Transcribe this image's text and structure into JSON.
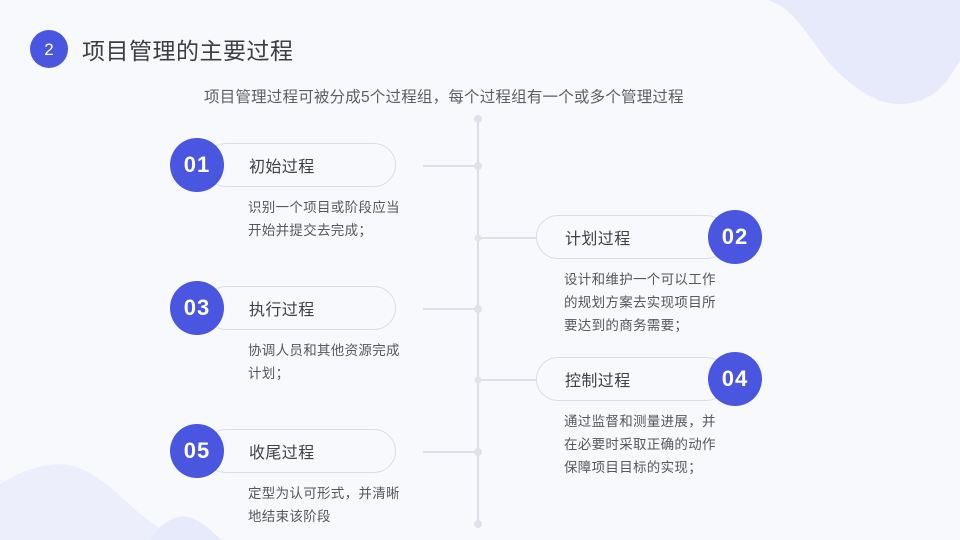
{
  "theme": {
    "background": "#f8f9fd",
    "accent": "#4a55e0",
    "decor": "#e9ebf8",
    "line": "#dcdde5",
    "title_color": "#3c3c46",
    "body_color": "#56575f"
  },
  "header": {
    "badge": "2",
    "title": "项目管理的主要过程",
    "subtitle": "项目管理过程可被分成5个过程组，每个过程组有一个或多个管理过程"
  },
  "items": [
    {
      "number": "01",
      "label": "初始过程",
      "desc": "识别一个项目或阶段应当\n开始并提交去完成；",
      "side": "left"
    },
    {
      "number": "02",
      "label": "计划过程",
      "desc": "设计和维护一个可以工作\n的规划方案去实现项目所\n要达到的商务需要；",
      "side": "right"
    },
    {
      "number": "03",
      "label": "执行过程",
      "desc": "协调人员和其他资源完成\n计划；",
      "side": "left"
    },
    {
      "number": "04",
      "label": "控制过程",
      "desc": "通过监督和测量进展，并\n在必要时采取正确的动作\n保障项目目标的实现；",
      "side": "right"
    },
    {
      "number": "05",
      "label": "收尾过程",
      "desc": "定型为认可形式，并清晰\n地结束该阶段",
      "side": "left"
    }
  ]
}
